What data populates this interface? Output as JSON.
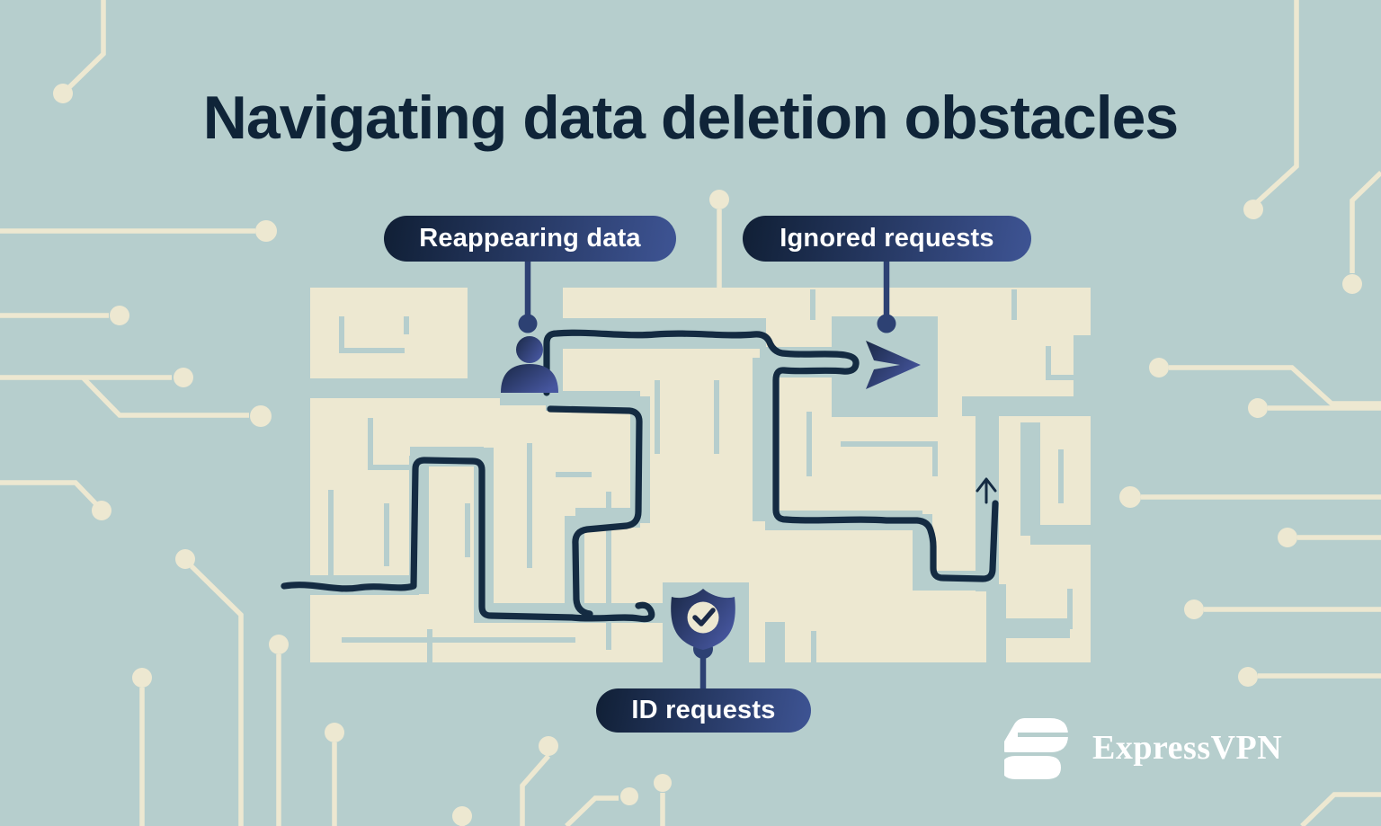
{
  "title": "Navigating data deletion obstacles",
  "obstacle_labels": {
    "reappearing_data": "Reappearing data",
    "ignored_requests": "Ignored requests",
    "id_requests": "ID requests"
  },
  "brand": {
    "wordmark": "ExpressVPN"
  },
  "icons": {
    "person": "person-silhouette-icon",
    "plane": "paper-plane-icon",
    "shield": "shield-check-icon",
    "exit": "up-arrow-icon",
    "background_motif": "circuit-trace-pattern",
    "maze": "maze-illustration"
  },
  "colors": {
    "background": "#B6CECD",
    "cream": "#EDE8D1",
    "navy": "#0F2438",
    "ink": "#142B42",
    "pill_start": "#101F35",
    "pill_end": "#3E5494",
    "icon_start": "#1A2947",
    "icon_end": "#46569F",
    "connector": "#2D4173",
    "white": "#FFFFFF"
  }
}
